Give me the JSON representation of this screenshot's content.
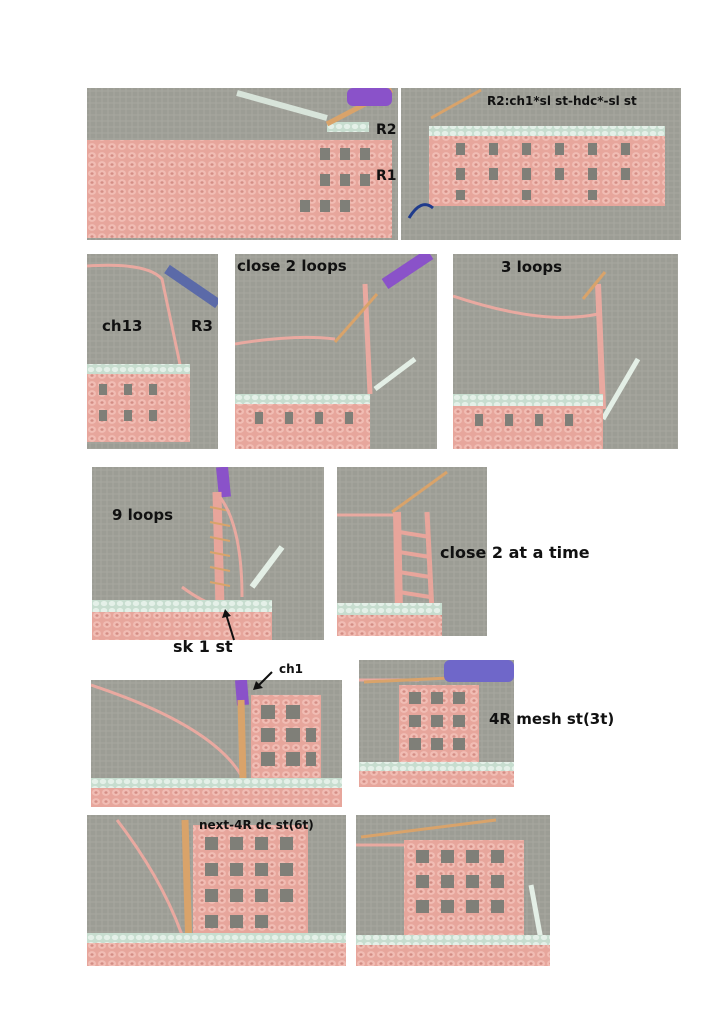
{
  "labels": {
    "r2": "R2",
    "r1": "R1",
    "r2_pattern": "R2:ch1*sl st-hdc*-sl st",
    "ch13": "ch13",
    "r3": "R3",
    "close_2_loops": "close 2 loops",
    "three_loops": "3 loops",
    "nine_loops": "9 loops",
    "sk_1_st": "sk 1 st",
    "close_2_at_a_time": "close 2 at a time",
    "ch1": "ch1",
    "mesh": "4R mesh st(3t)",
    "next_dc": "next-4R dc st(6t)"
  },
  "colors": {
    "fabric": "#9c9d95",
    "yarn_pink": "#e9a9a0",
    "yarn_mint": "#cfe3d6",
    "hook_gold": "#d9a36a",
    "handle_purple": "#8a52c9"
  },
  "photos": [
    "photo-r1-r2-closeup",
    "photo-r2-swatch",
    "photo-ch13-r3",
    "photo-close-2-loops",
    "photo-3-loops",
    "photo-9-loops",
    "photo-close-2-at-a-time",
    "photo-ch1",
    "photo-4r-mesh",
    "photo-next-4r-dc",
    "photo-final"
  ]
}
